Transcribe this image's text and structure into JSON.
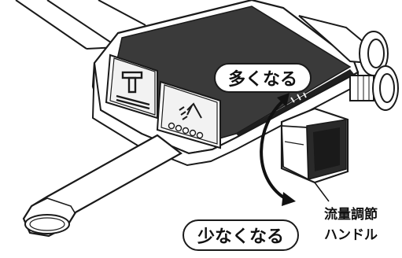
{
  "labels": {
    "more": "多くなる",
    "less": "少なくなる",
    "handle_line1": "流量調節",
    "handle_line2": "ハンドル"
  },
  "button_left": {
    "icon": "T-icon"
  },
  "button_right": {
    "icon": "shower-icon",
    "dots": 5
  }
}
